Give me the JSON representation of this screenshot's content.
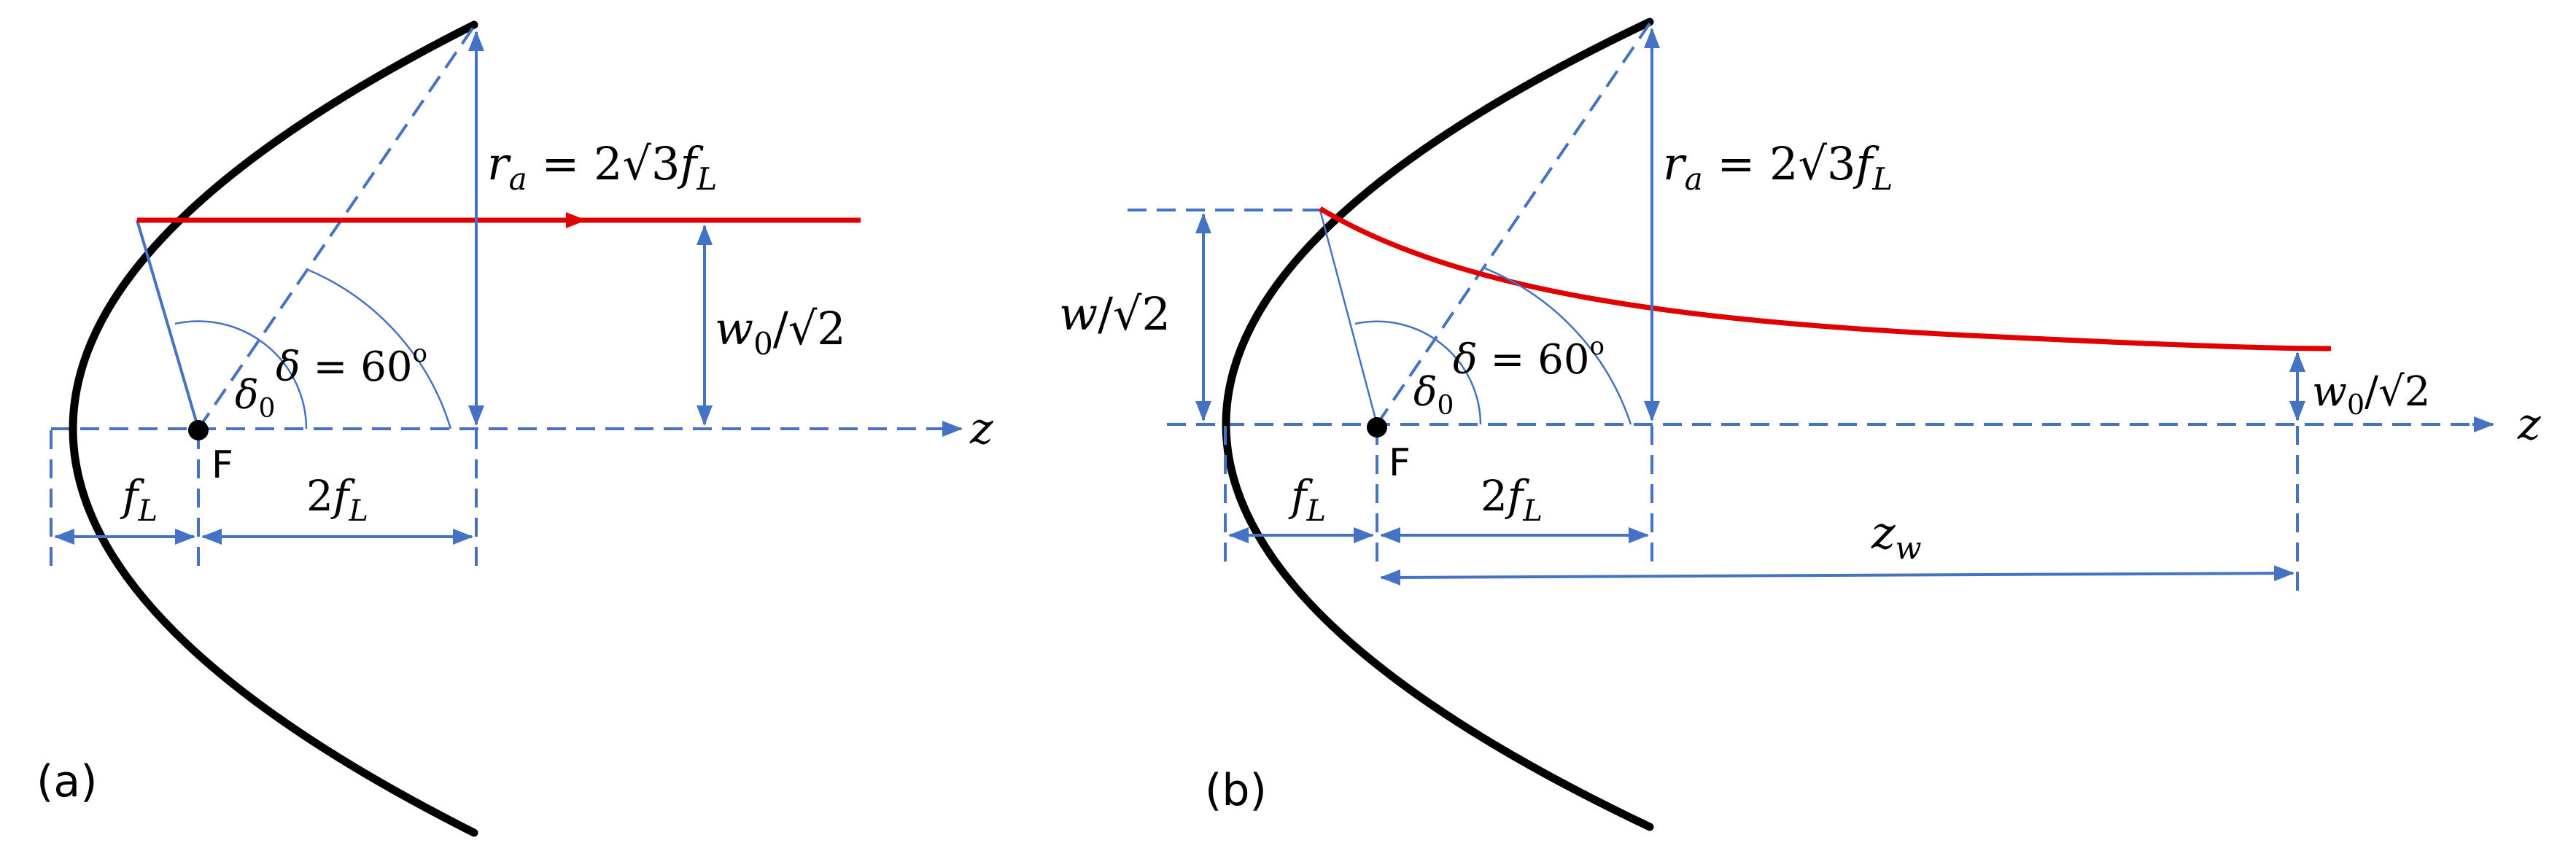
{
  "colors": {
    "mirror": "#000000",
    "guides": "#4472C4",
    "beam": "#E00000",
    "background": "#FFFFFF"
  },
  "panel_a": {
    "label": "(a)",
    "focus_label": "F",
    "axis_label": "z",
    "ra_label": "r",
    "ra_sub": "a",
    "ra_rhs_pre": " = 2",
    "ra_sqrt_arg": "3",
    "ra_f": "f",
    "ra_f_sub": "L",
    "w0_label": "w",
    "w0_sub": "0",
    "w0_div": "/",
    "w0_sqrt_arg": "2",
    "delta_label": "δ",
    "delta_eq": " = 60",
    "delta_deg": "o",
    "delta0_label": "δ",
    "delta0_sub": "0",
    "fL_label": "f",
    "fL_sub": "L",
    "twofL_pre": "2",
    "twofL_f": "f",
    "twofL_sub": "L"
  },
  "panel_b": {
    "label": "(b)",
    "focus_label": "F",
    "axis_label": "z",
    "ra_label": "r",
    "ra_sub": "a",
    "ra_rhs_pre": " = 2",
    "ra_sqrt_arg": "3",
    "ra_f": "f",
    "ra_f_sub": "L",
    "w_label": "w",
    "w_div": "/",
    "w_sqrt_arg": "2",
    "w0_label": "w",
    "w0_sub": "0",
    "w0_div": "/",
    "w0_sqrt_arg": "2",
    "delta_label": "δ",
    "delta_eq": " = 60",
    "delta_deg": "o",
    "delta0_label": "δ",
    "delta0_sub": "0",
    "fL_label": "f",
    "fL_sub": "L",
    "twofL_pre": "2",
    "twofL_f": "f",
    "twofL_sub": "L",
    "zw_label": "z",
    "zw_sub": "w"
  }
}
